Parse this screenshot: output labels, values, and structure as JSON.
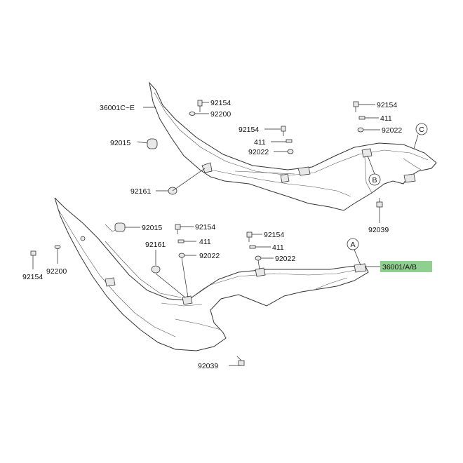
{
  "diagram": {
    "highlight_color": "#8fcf8f",
    "callouts": {
      "upper_36001ce": "36001C~E",
      "upper_92154_a": "92154",
      "upper_92200": "92200",
      "upper_92015": "92015",
      "upper_92154_b": "92154",
      "upper_411_a": "411",
      "upper_92022_a": "92022",
      "upper_92161": "92161",
      "upper_92154_c": "92154",
      "upper_411_b": "411",
      "upper_92022_b": "92022",
      "upper_92039": "92039",
      "ref_c": "C",
      "ref_b": "B",
      "lower_92015": "92015",
      "lower_92154_a": "92154",
      "lower_411_a": "411",
      "lower_92022_a": "92022",
      "lower_92161": "92161",
      "lower_92154_b": "92154",
      "lower_411_b": "411",
      "lower_92022_b": "92022",
      "lower_92154_left": "92154",
      "lower_92200": "92200",
      "lower_92039": "92039",
      "ref_a": "A",
      "main_part": "36001/A/B"
    }
  }
}
